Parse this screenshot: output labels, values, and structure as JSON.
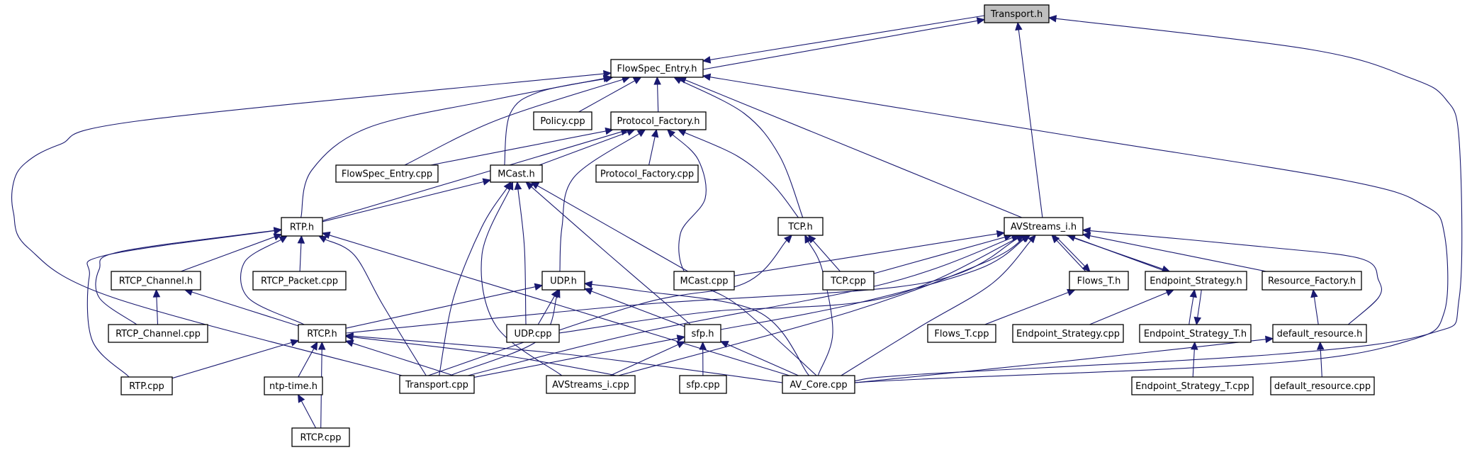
{
  "diagram": {
    "type": "include-dependency-graph",
    "root": "Transport.h",
    "colors": {
      "edge": "#191970",
      "root_fill": "#bfbfbf",
      "node_fill": "#ffffff",
      "node_border": "#000000"
    },
    "nodes": [
      {
        "id": "transport_h",
        "label": "Transport.h",
        "root": true
      },
      {
        "id": "flowspec_entry_h",
        "label": "FlowSpec_Entry.h"
      },
      {
        "id": "policy_cpp",
        "label": "Policy.cpp"
      },
      {
        "id": "protocol_factory_h",
        "label": "Protocol_Factory.h"
      },
      {
        "id": "flowspec_entry_cpp",
        "label": "FlowSpec_Entry.cpp"
      },
      {
        "id": "mcast_h",
        "label": "MCast.h"
      },
      {
        "id": "protocol_factory_cpp",
        "label": "Protocol_Factory.cpp"
      },
      {
        "id": "rtp_h",
        "label": "RTP.h"
      },
      {
        "id": "tcp_h",
        "label": "TCP.h"
      },
      {
        "id": "avstreams_i_h",
        "label": "AVStreams_i.h"
      },
      {
        "id": "rtcp_channel_h",
        "label": "RTCP_Channel.h"
      },
      {
        "id": "rtcp_packet_cpp",
        "label": "RTCP_Packet.cpp"
      },
      {
        "id": "udp_h",
        "label": "UDP.h"
      },
      {
        "id": "mcast_cpp",
        "label": "MCast.cpp"
      },
      {
        "id": "tcp_cpp",
        "label": "TCP.cpp"
      },
      {
        "id": "flows_t_h",
        "label": "Flows_T.h"
      },
      {
        "id": "endpoint_strategy_h",
        "label": "Endpoint_Strategy.h"
      },
      {
        "id": "resource_factory_h",
        "label": "Resource_Factory.h"
      },
      {
        "id": "rtcp_channel_cpp",
        "label": "RTCP_Channel.cpp"
      },
      {
        "id": "rtcp_h",
        "label": "RTCP.h"
      },
      {
        "id": "udp_cpp",
        "label": "UDP.cpp"
      },
      {
        "id": "sfp_h",
        "label": "sfp.h"
      },
      {
        "id": "flows_t_cpp",
        "label": "Flows_T.cpp"
      },
      {
        "id": "endpoint_strategy_cpp",
        "label": "Endpoint_Strategy.cpp"
      },
      {
        "id": "endpoint_strategy_t_h",
        "label": "Endpoint_Strategy_T.h"
      },
      {
        "id": "default_resource_h",
        "label": "default_resource.h"
      },
      {
        "id": "rtp_cpp",
        "label": "RTP.cpp"
      },
      {
        "id": "ntp_time_h",
        "label": "ntp-time.h"
      },
      {
        "id": "transport_cpp",
        "label": "Transport.cpp"
      },
      {
        "id": "avstreams_i_cpp",
        "label": "AVStreams_i.cpp"
      },
      {
        "id": "sfp_cpp",
        "label": "sfp.cpp"
      },
      {
        "id": "av_core_cpp",
        "label": "AV_Core.cpp"
      },
      {
        "id": "endpoint_strategy_t_cpp",
        "label": "Endpoint_Strategy_T.cpp"
      },
      {
        "id": "default_resource_cpp",
        "label": "default_resource.cpp"
      },
      {
        "id": "rtcp_cpp",
        "label": "RTCP.cpp"
      }
    ],
    "edges": [
      [
        "flowspec_entry_h",
        "transport_h"
      ],
      [
        "transport_h",
        "flowspec_entry_h"
      ],
      [
        "avstreams_i_h",
        "transport_h"
      ],
      [
        "av_core_cpp",
        "transport_h"
      ],
      [
        "policy_cpp",
        "flowspec_entry_h"
      ],
      [
        "protocol_factory_h",
        "flowspec_entry_h"
      ],
      [
        "flowspec_entry_cpp",
        "flowspec_entry_h"
      ],
      [
        "mcast_h",
        "flowspec_entry_h"
      ],
      [
        "rtp_h",
        "flowspec_entry_h"
      ],
      [
        "tcp_h",
        "flowspec_entry_h"
      ],
      [
        "avstreams_i_h",
        "flowspec_entry_h"
      ],
      [
        "transport_cpp",
        "flowspec_entry_h"
      ],
      [
        "av_core_cpp",
        "flowspec_entry_h"
      ],
      [
        "protocol_factory_cpp",
        "protocol_factory_h"
      ],
      [
        "mcast_h",
        "protocol_factory_h"
      ],
      [
        "rtp_h",
        "protocol_factory_h"
      ],
      [
        "flowspec_entry_cpp",
        "protocol_factory_h"
      ],
      [
        "udp_h",
        "protocol_factory_h"
      ],
      [
        "tcp_h",
        "protocol_factory_h"
      ],
      [
        "av_core_cpp",
        "protocol_factory_h"
      ],
      [
        "rtp_h",
        "mcast_h"
      ],
      [
        "mcast_cpp",
        "mcast_h"
      ],
      [
        "udp_cpp",
        "mcast_h"
      ],
      [
        "transport_cpp",
        "mcast_h"
      ],
      [
        "avstreams_i_cpp",
        "mcast_h"
      ],
      [
        "sfp_h",
        "mcast_h"
      ],
      [
        "rtcp_channel_h",
        "rtp_h"
      ],
      [
        "rtcp_packet_cpp",
        "rtp_h"
      ],
      [
        "rtcp_h",
        "rtp_h"
      ],
      [
        "rtcp_channel_cpp",
        "rtp_h"
      ],
      [
        "rtp_cpp",
        "rtp_h"
      ],
      [
        "transport_cpp",
        "rtp_h"
      ],
      [
        "av_core_cpp",
        "rtp_h"
      ],
      [
        "rtcp_channel_cpp",
        "rtcp_channel_h"
      ],
      [
        "rtcp_h",
        "rtcp_channel_h"
      ],
      [
        "tcp_cpp",
        "tcp_h"
      ],
      [
        "transport_cpp",
        "tcp_h"
      ],
      [
        "av_core_cpp",
        "tcp_h"
      ],
      [
        "udp_cpp",
        "udp_h"
      ],
      [
        "transport_cpp",
        "udp_h"
      ],
      [
        "sfp_h",
        "udp_h"
      ],
      [
        "av_core_cpp",
        "udp_h"
      ],
      [
        "rtcp_h",
        "udp_h"
      ],
      [
        "rtp_cpp",
        "rtcp_h"
      ],
      [
        "ntp_time_h",
        "rtcp_h"
      ],
      [
        "rtcp_cpp",
        "rtcp_h"
      ],
      [
        "transport_cpp",
        "rtcp_h"
      ],
      [
        "avstreams_i_cpp",
        "rtcp_h"
      ],
      [
        "av_core_cpp",
        "rtcp_h"
      ],
      [
        "rtcp_cpp",
        "ntp_time_h"
      ],
      [
        "sfp_cpp",
        "sfp_h"
      ],
      [
        "transport_cpp",
        "sfp_h"
      ],
      [
        "avstreams_i_cpp",
        "sfp_h"
      ],
      [
        "av_core_cpp",
        "sfp_h"
      ],
      [
        "mcast_cpp",
        "avstreams_i_h"
      ],
      [
        "tcp_cpp",
        "avstreams_i_h"
      ],
      [
        "udp_cpp",
        "avstreams_i_h"
      ],
      [
        "rtcp_h",
        "avstreams_i_h"
      ],
      [
        "sfp_h",
        "avstreams_i_h"
      ],
      [
        "transport_cpp",
        "avstreams_i_h"
      ],
      [
        "avstreams_i_cpp",
        "avstreams_i_h"
      ],
      [
        "av_core_cpp",
        "avstreams_i_h"
      ],
      [
        "flows_t_h",
        "avstreams_i_h"
      ],
      [
        "avstreams_i_h",
        "flows_t_h"
      ],
      [
        "endpoint_strategy_h",
        "avstreams_i_h"
      ],
      [
        "avstreams_i_h",
        "endpoint_strategy_h"
      ],
      [
        "resource_factory_h",
        "avstreams_i_h"
      ],
      [
        "default_resource_h",
        "avstreams_i_h"
      ],
      [
        "flows_t_cpp",
        "flows_t_h"
      ],
      [
        "endpoint_strategy_cpp",
        "endpoint_strategy_h"
      ],
      [
        "endpoint_strategy_t_h",
        "endpoint_strategy_h"
      ],
      [
        "endpoint_strategy_h",
        "endpoint_strategy_t_h"
      ],
      [
        "endpoint_strategy_t_cpp",
        "endpoint_strategy_t_h"
      ],
      [
        "default_resource_h",
        "resource_factory_h"
      ],
      [
        "default_resource_cpp",
        "default_resource_h"
      ],
      [
        "av_core_cpp",
        "default_resource_h"
      ]
    ]
  }
}
